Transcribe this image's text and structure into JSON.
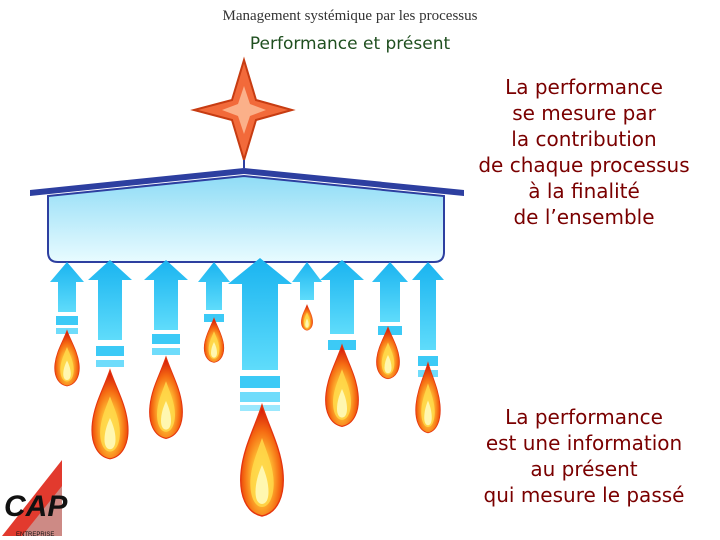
{
  "header": {
    "title": "Management systémique par les processus",
    "subtitle": "Performance et présent"
  },
  "statements": {
    "top": [
      "La performance",
      "se mesure par",
      "la contribution",
      "de chaque processus",
      "à la finalité",
      "de l’ensemble"
    ],
    "bottom": [
      "La performance",
      "est une information",
      "au présent",
      "qui mesure le passé"
    ]
  },
  "logo": {
    "text": "CAP",
    "small_text": "ENTREPRISE"
  },
  "colors": {
    "text_dark_red": "#7a0000",
    "roof": "#2d3fa0",
    "box_fill": "#bfeefc",
    "arrow_fill": "#26c6f5",
    "star_fill": "#f26a3a",
    "flame_outer": "#e8330f",
    "flame_mid": "#f7941d",
    "flame_inner": "#ffe36b"
  }
}
